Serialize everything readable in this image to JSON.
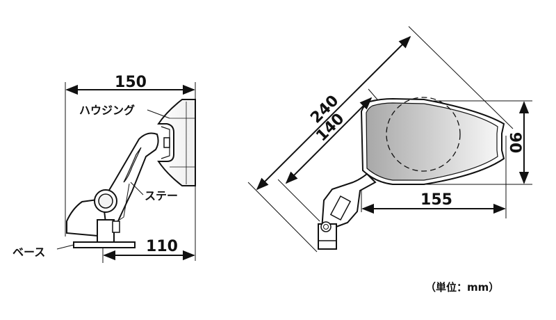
{
  "diagram": {
    "subject": "Motorcycle mirror dimension drawing",
    "side_view": {
      "dimensions": {
        "overall_width": "150",
        "base_offset": "110"
      },
      "labels": {
        "housing": "ハウジング",
        "stay": "ステー",
        "base": "ベース"
      }
    },
    "front_view": {
      "dimensions": {
        "overall_length": "240",
        "mirror_length": "140",
        "mirror_width": "155",
        "mirror_height": "90"
      }
    },
    "unit_note": "（単位：mm）",
    "colors": {
      "line": "#111111",
      "mirror_fill_dark": "#a8a8a8",
      "mirror_fill_light": "#f4f4f4",
      "background": "#ffffff"
    }
  }
}
